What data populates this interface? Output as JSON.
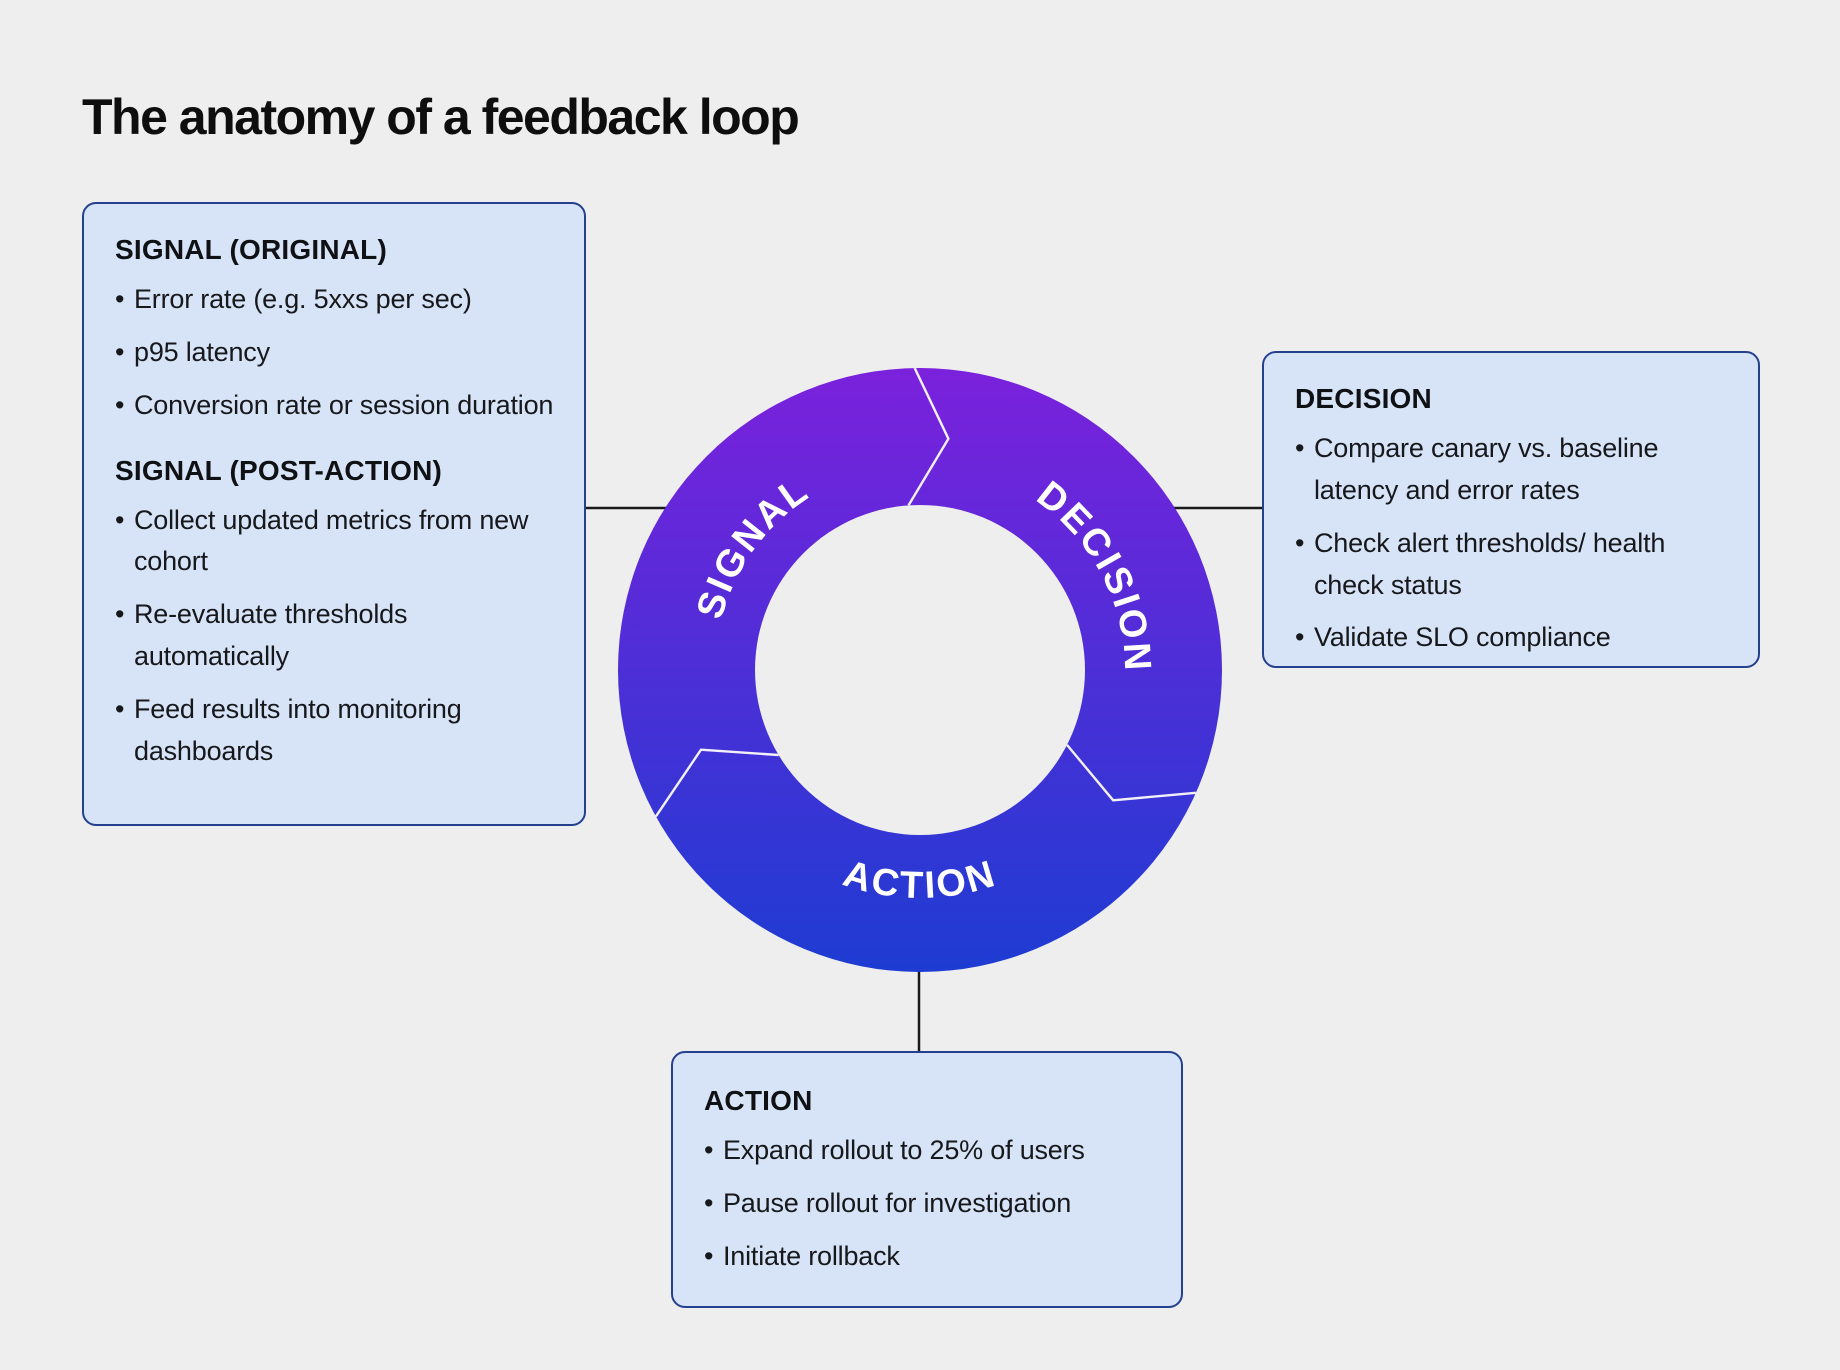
{
  "title": "The anatomy of a feedback loop",
  "donut": {
    "segments": [
      {
        "label": "SIGNAL"
      },
      {
        "label": "DECISION"
      },
      {
        "label": "ACTION"
      }
    ],
    "gradient_top": "#7b21dc",
    "gradient_bottom": "#1e3cd2",
    "label_color": "#ffffff"
  },
  "boxes": {
    "signal": {
      "sections": [
        {
          "heading": "SIGNAL (ORIGINAL)",
          "bullets": [
            "Error rate (e.g. 5xxs per sec)",
            "p95 latency",
            "Conversion rate or session duration"
          ]
        },
        {
          "heading": "SIGNAL (POST-ACTION)",
          "bullets": [
            "Collect updated metrics from new cohort",
            "Re-evaluate thresholds automatically",
            "Feed results into monitoring dashboards"
          ]
        }
      ]
    },
    "decision": {
      "heading": "DECISION",
      "bullets": [
        "Compare canary vs. baseline latency and error rates",
        "Check alert thresholds/ health check status",
        "Validate SLO compliance"
      ]
    },
    "action": {
      "heading": "ACTION",
      "bullets": [
        "Expand rollout to 25% of users",
        "Pause rollout for investigation",
        "Initiate rollback"
      ]
    }
  },
  "colors": {
    "background": "#eeeeee",
    "box_fill": "#d7e4f7",
    "box_border": "#24418f",
    "text": "#17181b",
    "connector": "#1a1a1a",
    "segment_divider": "#f3f0fa"
  }
}
